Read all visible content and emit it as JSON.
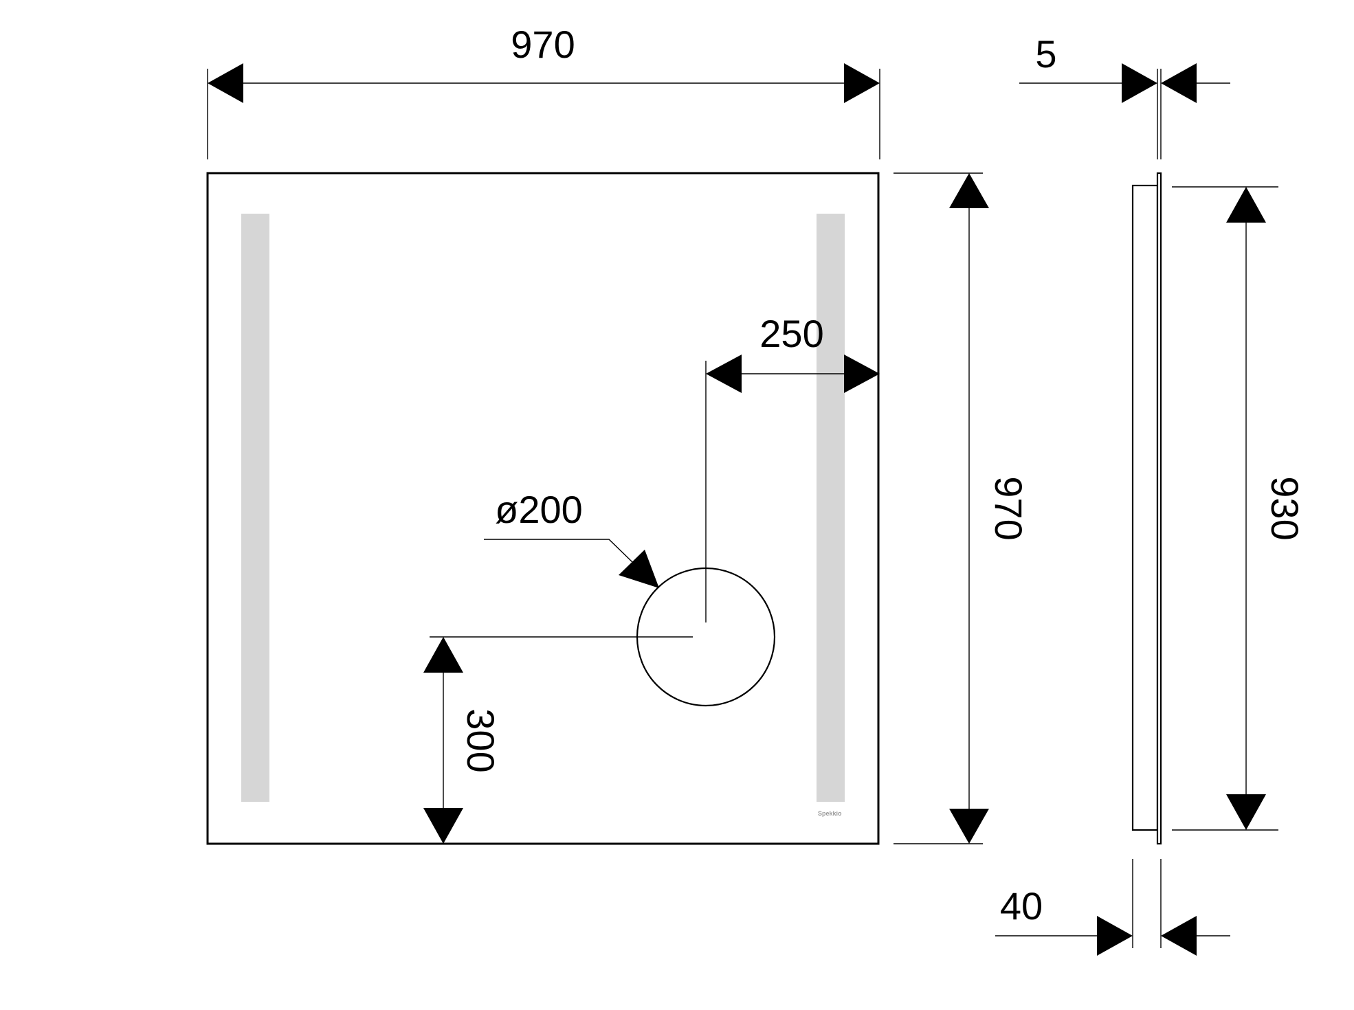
{
  "dimensions": {
    "overall_width": "970",
    "overall_height": "970",
    "glass_thickness": "5",
    "frame_depth": "40",
    "light_height": "930",
    "mirror_offset_right": "250",
    "mirror_diameter": "ø200",
    "mirror_height_from_bottom": "300"
  },
  "brand": "Spekkio",
  "colors": {
    "line": "#000000",
    "light_strip": "#d6d6d6",
    "background": "#ffffff"
  }
}
